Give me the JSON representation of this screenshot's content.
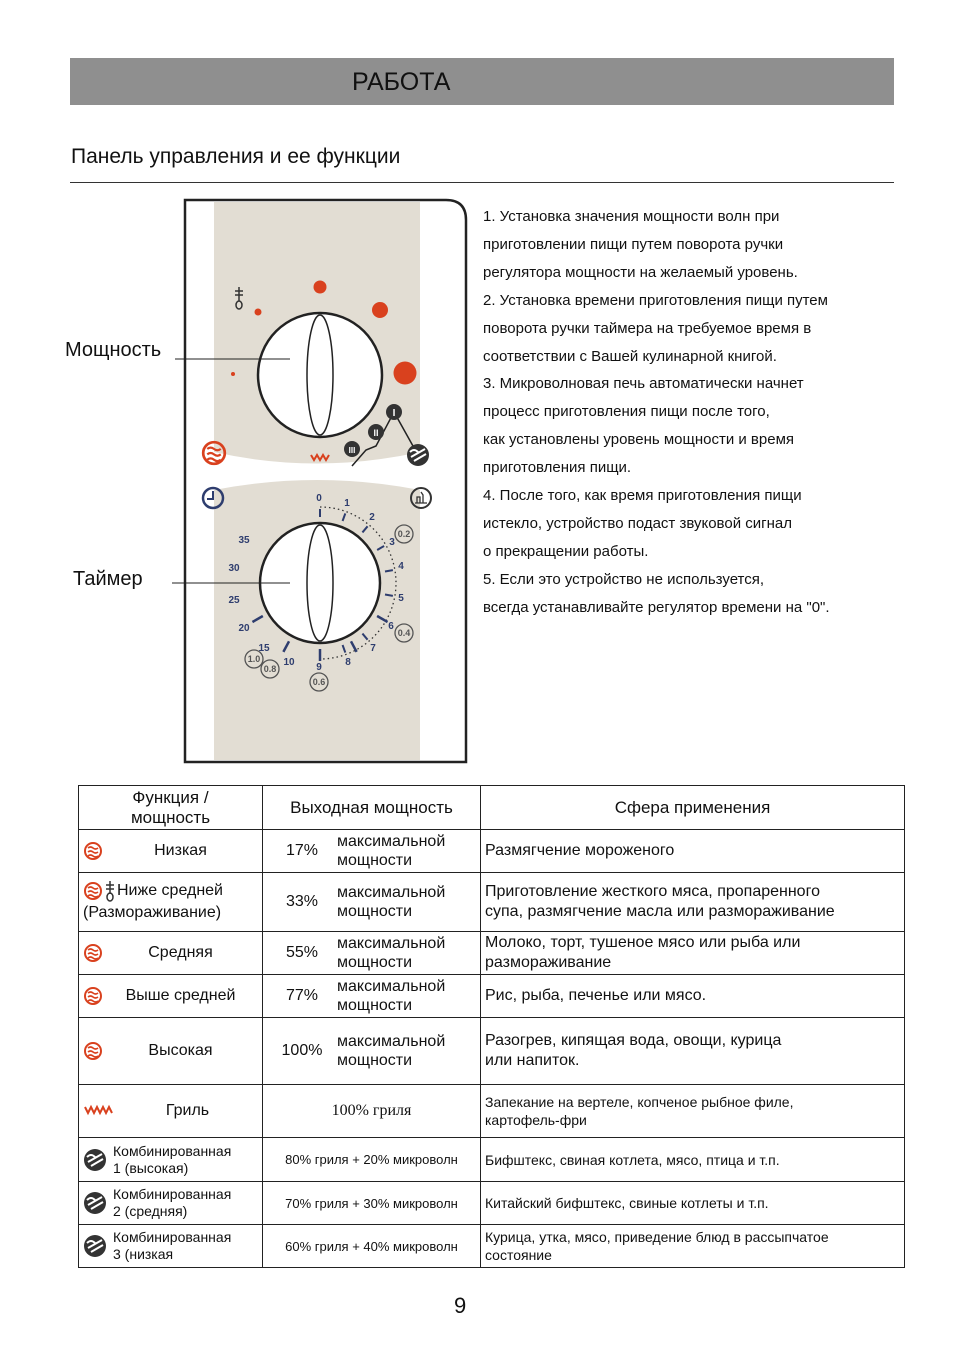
{
  "header": {
    "title": "РАБОТА",
    "subtitle": "Панель управления и ее функции"
  },
  "panel": {
    "power_label": "Мощность",
    "timer_label": "Таймер",
    "dial_numbers": [
      "0",
      "1",
      "2",
      "3",
      "4",
      "5",
      "6",
      "7",
      "8",
      "9",
      "10",
      "15",
      "20",
      "25",
      "30",
      "35"
    ],
    "weights": [
      "0.2",
      "0.4",
      "0.6",
      "0.8",
      "1.0"
    ],
    "combo_marks": [
      "I",
      "II",
      "III"
    ],
    "accent_color": "#d9411e",
    "panel_color": "#e2ddd3",
    "dial_blue": "#2e3d6e"
  },
  "instructions": [
    "1. Установка значения мощности волн при",
    "приготовлении пищи путем поворота ручки",
    "регулятора мощности на желаемый уровень.",
    "2. Установка времени приготовления пищи путем",
    "поворота ручки таймера на требуемое время в",
    "соответствии с Вашей кулинарной книгой.",
    "3. Микроволновая печь автоматически начнет",
    "процесс приготовления пищи после того,",
    "как установлены уровень мощности и время",
    "приготовления пищи.",
    "4. После того, как время приготовления пищи",
    "истекло, устройство подаст звуковой сигнал",
    "о прекращении работы.",
    "5. Если это устройство не используется,",
    "всегда устанавливайте регулятор времени на \"0\"."
  ],
  "table": {
    "headers": {
      "function_l1": "Функция /",
      "function_l2": "мощность",
      "output": "Выходная мощность",
      "scope": "Сфера применения"
    },
    "max_l1": "максимальной",
    "max_l2": "мощности",
    "rows": [
      {
        "label": "Низкая",
        "pct": "17%",
        "scope": "Размягчение мороженого"
      },
      {
        "label": "Ниже средней",
        "label2": "(Размораживание)",
        "pct": "33%",
        "scope": "Приготовление жесткого мяса, пропаренного",
        "scope2": "супа, размягчение масла или размораживание"
      },
      {
        "label": "Средняя",
        "pct": "55%",
        "scope": "Молоко, торт, тушеное мясо или рыба или",
        "scope2": "размораживание"
      },
      {
        "label": "Выше средней",
        "pct": "77%",
        "scope": "Рис, рыба, печенье или мясо."
      },
      {
        "label": "Высокая",
        "pct": "100%",
        "scope": "Разогрев, кипящая вода, овощи, курица",
        "scope2": "или напиток."
      },
      {
        "label": "Гриль",
        "output": "100% гриля",
        "scope": "Запекание на вертеле, копченое рыбное филе,",
        "scope2": "картофель-фри"
      },
      {
        "label": "Комбинированная",
        "label2": "1 (высокая)",
        "output": "80% гриля + 20% микроволн",
        "scope": "Бифштекс, свиная котлета, мясо, птица и т.п."
      },
      {
        "label": "Комбинированная",
        "label2": "2 (средняя)",
        "output": "70% гриля + 30% микроволн",
        "scope": "Китайский бифштекс, свиные котлеты и т.п."
      },
      {
        "label": "Комбинированная",
        "label2": "3 (низкая",
        "output": "60% гриля + 40% микроволн",
        "scope": "Курица, утка, мясо, приведение блюд в рассыпчатое",
        "scope2": "состояние"
      }
    ]
  },
  "page_number": "9"
}
